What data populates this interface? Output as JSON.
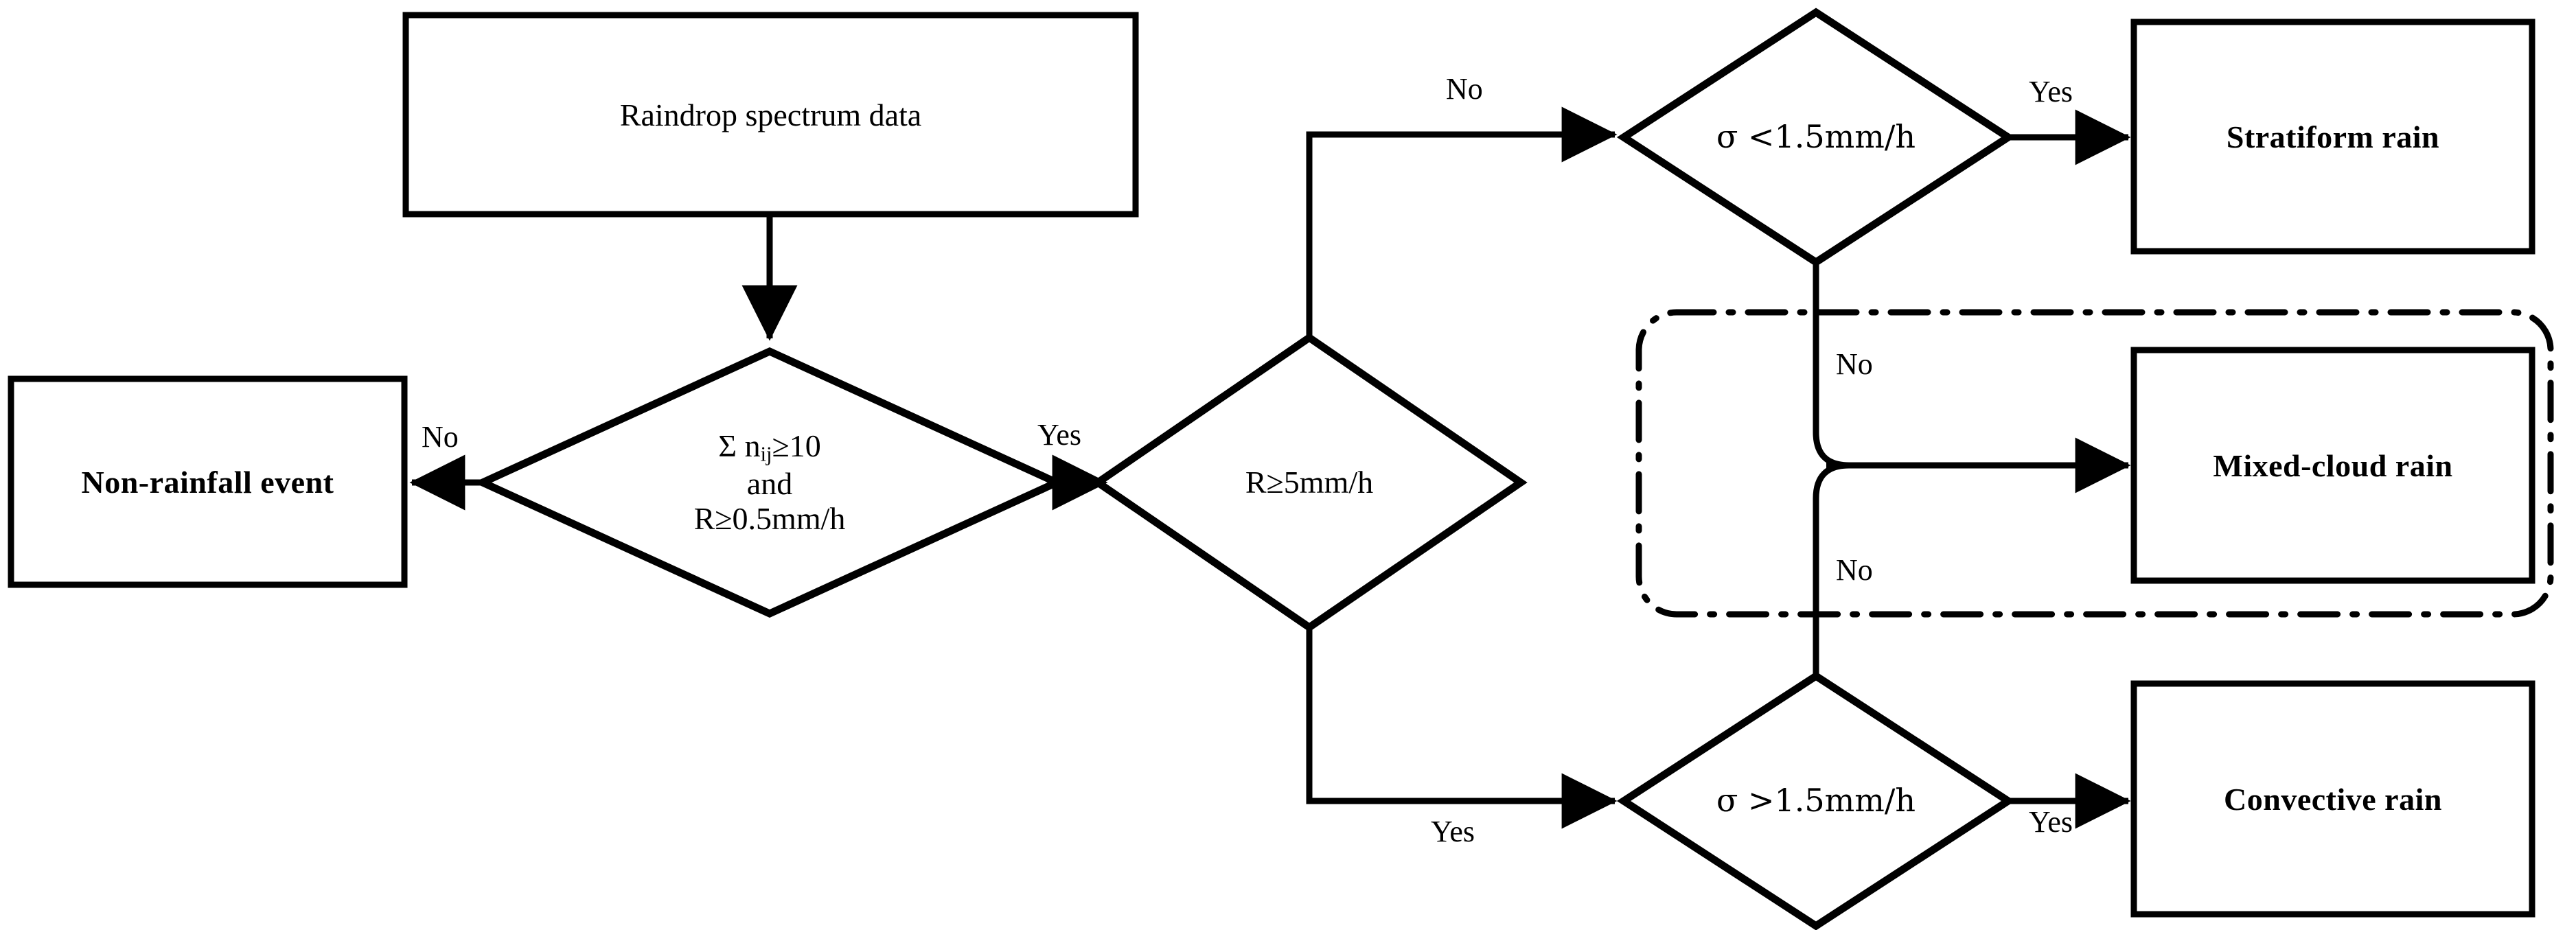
{
  "diagram": {
    "title": "Raindrop spectrum rainfall-type classification flowchart",
    "line_color": "#000000",
    "background": "#ffffff",
    "nodes": {
      "start": {
        "label": "Raindrop spectrum data",
        "shape": "rectangle"
      },
      "decision_threshold": {
        "line1_prefix": "Σ n",
        "line1_sub": "ij",
        "line1_suffix": "≥10",
        "line2": "and",
        "line3": "R≥0.5mm/h",
        "shape": "diamond"
      },
      "non_rainfall": {
        "label": "Non-rainfall event",
        "shape": "rectangle"
      },
      "decision_rate": {
        "label": "R≥5mm/h",
        "shape": "diamond"
      },
      "decision_sigma_low": {
        "label": "σ <1.5mm/h",
        "shape": "diamond"
      },
      "decision_sigma_high": {
        "label": "σ >1.5mm/h",
        "shape": "diamond"
      },
      "stratiform": {
        "label": "Stratiform rain",
        "shape": "rectangle"
      },
      "mixed_cloud": {
        "label": "Mixed-cloud rain",
        "shape": "rectangle"
      },
      "convective": {
        "label": "Convective rain",
        "shape": "rectangle"
      }
    },
    "edge_labels": {
      "threshold_no": "No",
      "threshold_yes": "Yes",
      "rate_no": "No",
      "rate_yes": "Yes",
      "sigma_low_yes": "Yes",
      "sigma_low_no": "No",
      "sigma_high_no": "No",
      "sigma_high_yes": "Yes"
    },
    "grouping_region": {
      "style": "dash-dot rounded rectangle",
      "encloses": "mixed_cloud"
    }
  }
}
